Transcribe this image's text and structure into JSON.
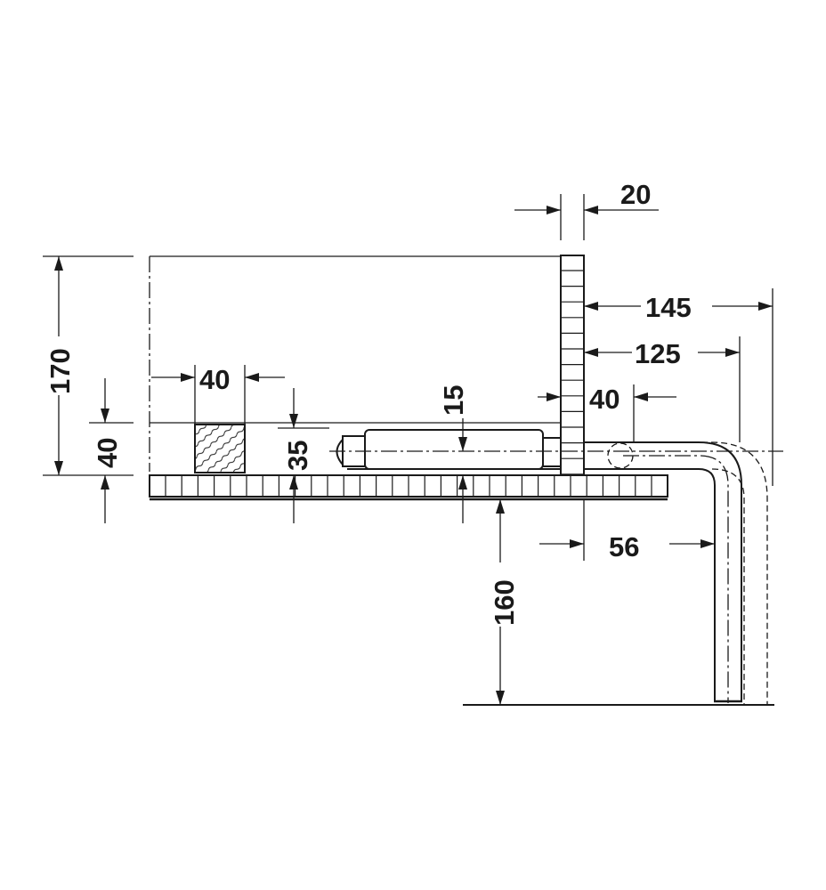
{
  "dimensions": {
    "glass_thickness": "20",
    "overall_height": "170",
    "lower_height": "40",
    "post_width": "40",
    "offset_35": "35",
    "clamp_height": "15",
    "clamp_gap": "40",
    "reach_outer": "145",
    "reach_inner": "125",
    "leg_offset": "56",
    "leg_height": "160"
  },
  "colors": {
    "line": "#1a1a1a",
    "background": "#ffffff"
  }
}
